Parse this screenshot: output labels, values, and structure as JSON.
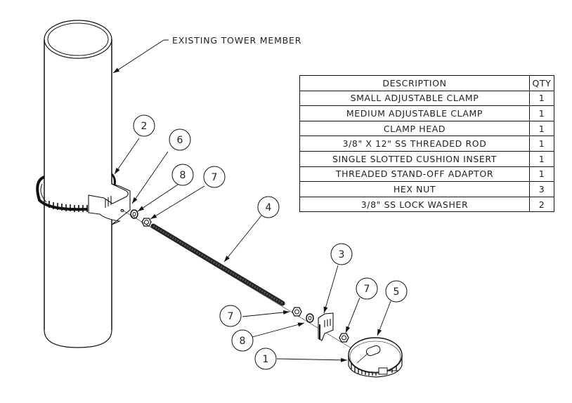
{
  "callout": {
    "tower_label": "EXISTING TOWER MEMBER"
  },
  "bill_of_materials": {
    "headers": {
      "description": "DESCRIPTION",
      "qty": "QTY"
    },
    "rows": [
      {
        "item": "1",
        "description": "SMALL ADJUSTABLE CLAMP",
        "qty": "1"
      },
      {
        "item": "2",
        "description": "MEDIUM ADJUSTABLE CLAMP",
        "qty": "1"
      },
      {
        "item": "3",
        "description": "CLAMP HEAD",
        "qty": "1"
      },
      {
        "item": "4",
        "description": "3/8\" X 12\" SS THREADED ROD",
        "qty": "1"
      },
      {
        "item": "5",
        "description": "SINGLE SLOTTED CUSHION INSERT",
        "qty": "1"
      },
      {
        "item": "6",
        "description": "THREADED STAND-OFF ADAPTOR",
        "qty": "1"
      },
      {
        "item": "7",
        "description": "HEX NUT",
        "qty": "3"
      },
      {
        "item": "8",
        "description": "3/8\" SS LOCK WASHER",
        "qty": "2"
      }
    ]
  },
  "balloons": {
    "b2": "2",
    "b6": "6",
    "b8_top": "8",
    "b7_top": "7",
    "b4": "4",
    "b3": "3",
    "b7_mid": "7",
    "b7_right": "7",
    "b5": "5",
    "b8_bottom": "8",
    "b1": "1"
  }
}
